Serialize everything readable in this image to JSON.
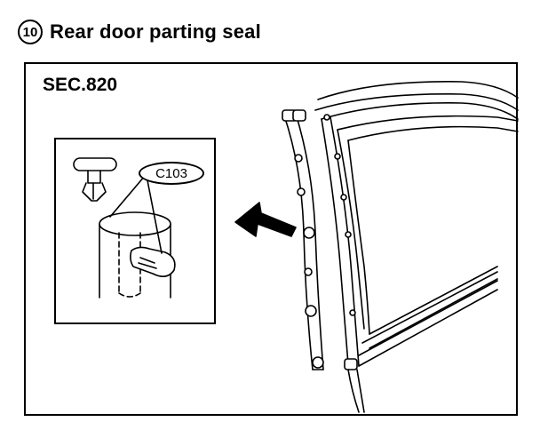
{
  "header": {
    "step_number": "10",
    "title": "Rear door parting seal"
  },
  "figure": {
    "section_label": "SEC.820",
    "callout_label": "C103"
  },
  "icons": [
    "arrow-left-icon",
    "clip-icon"
  ]
}
